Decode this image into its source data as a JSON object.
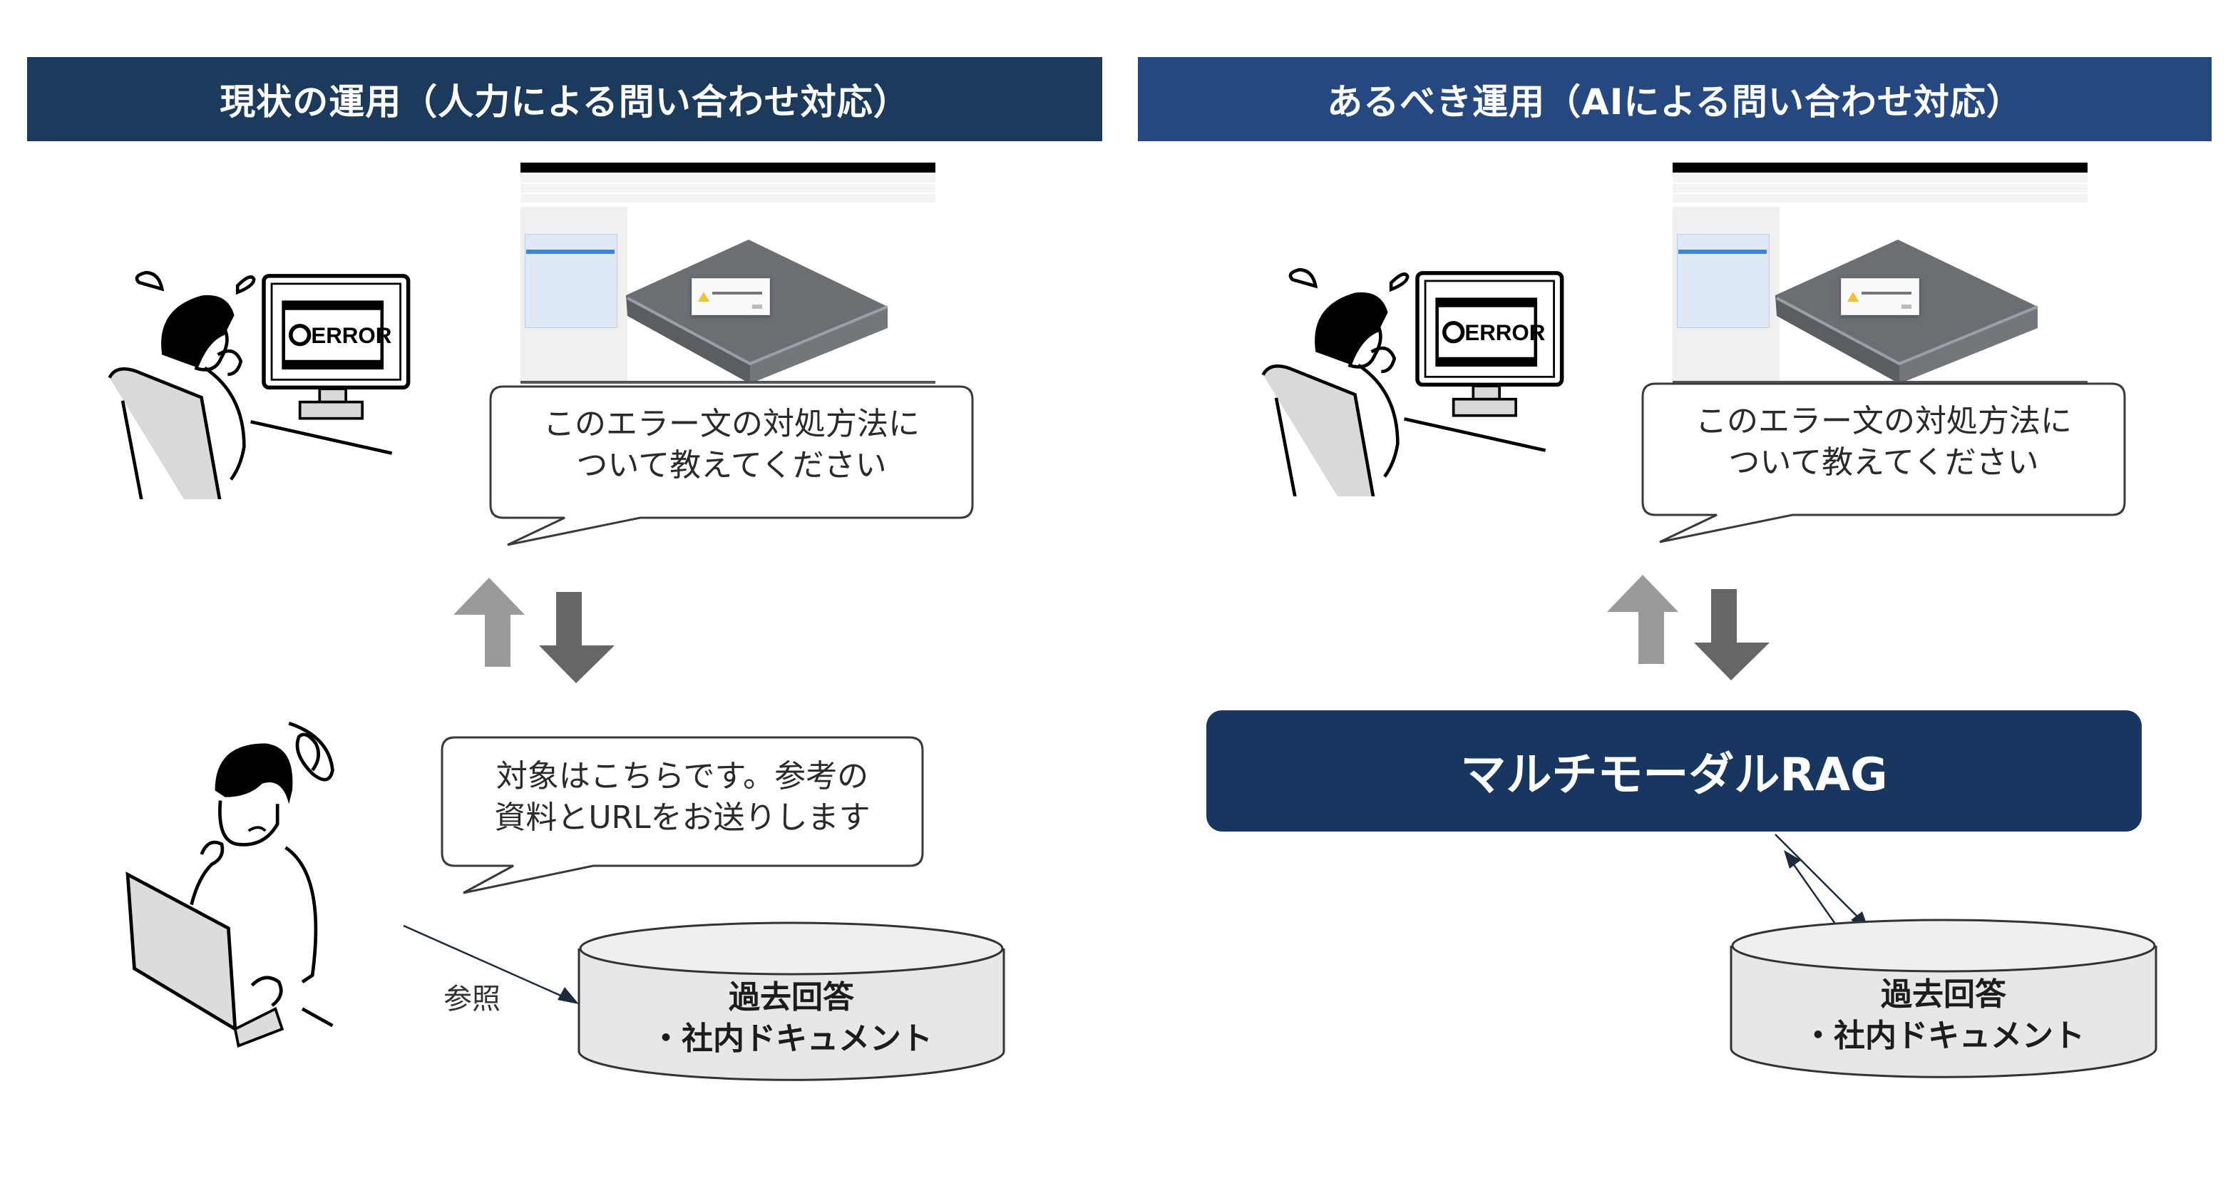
{
  "left_panel": {
    "header": "現状の運用（人力による問い合わせ対応）",
    "header_color": "#1b3a5c",
    "monitor_error_text": "ERROR",
    "question_bubble": {
      "line1": "このエラー文の対処方法に",
      "line2": "ついて教えてください"
    },
    "answer_bubble": {
      "line1": "対象はこちらです。参考の",
      "line2": "資料とURLをお送りします"
    },
    "reference_label": "参照",
    "database": {
      "line1": "過去回答",
      "line2": "・社内ドキュメント"
    }
  },
  "right_panel": {
    "header": "あるべき運用（AIによる問い合わせ対応）",
    "header_color": "#24487f",
    "monitor_error_text": "ERROR",
    "question_bubble": {
      "line1": "このエラー文の対処方法に",
      "line2": "ついて教えてください"
    },
    "system_box": "マルチモーダルRAG",
    "system_box_color": "#173760",
    "database": {
      "line1": "過去回答",
      "line2": "・社内ドキュメント"
    }
  },
  "colors": {
    "arrow_up": "#9a9a9a",
    "arrow_down": "#666666",
    "db_fill": "#e6e7e8",
    "illustration_gray": "#d9d9d9"
  }
}
